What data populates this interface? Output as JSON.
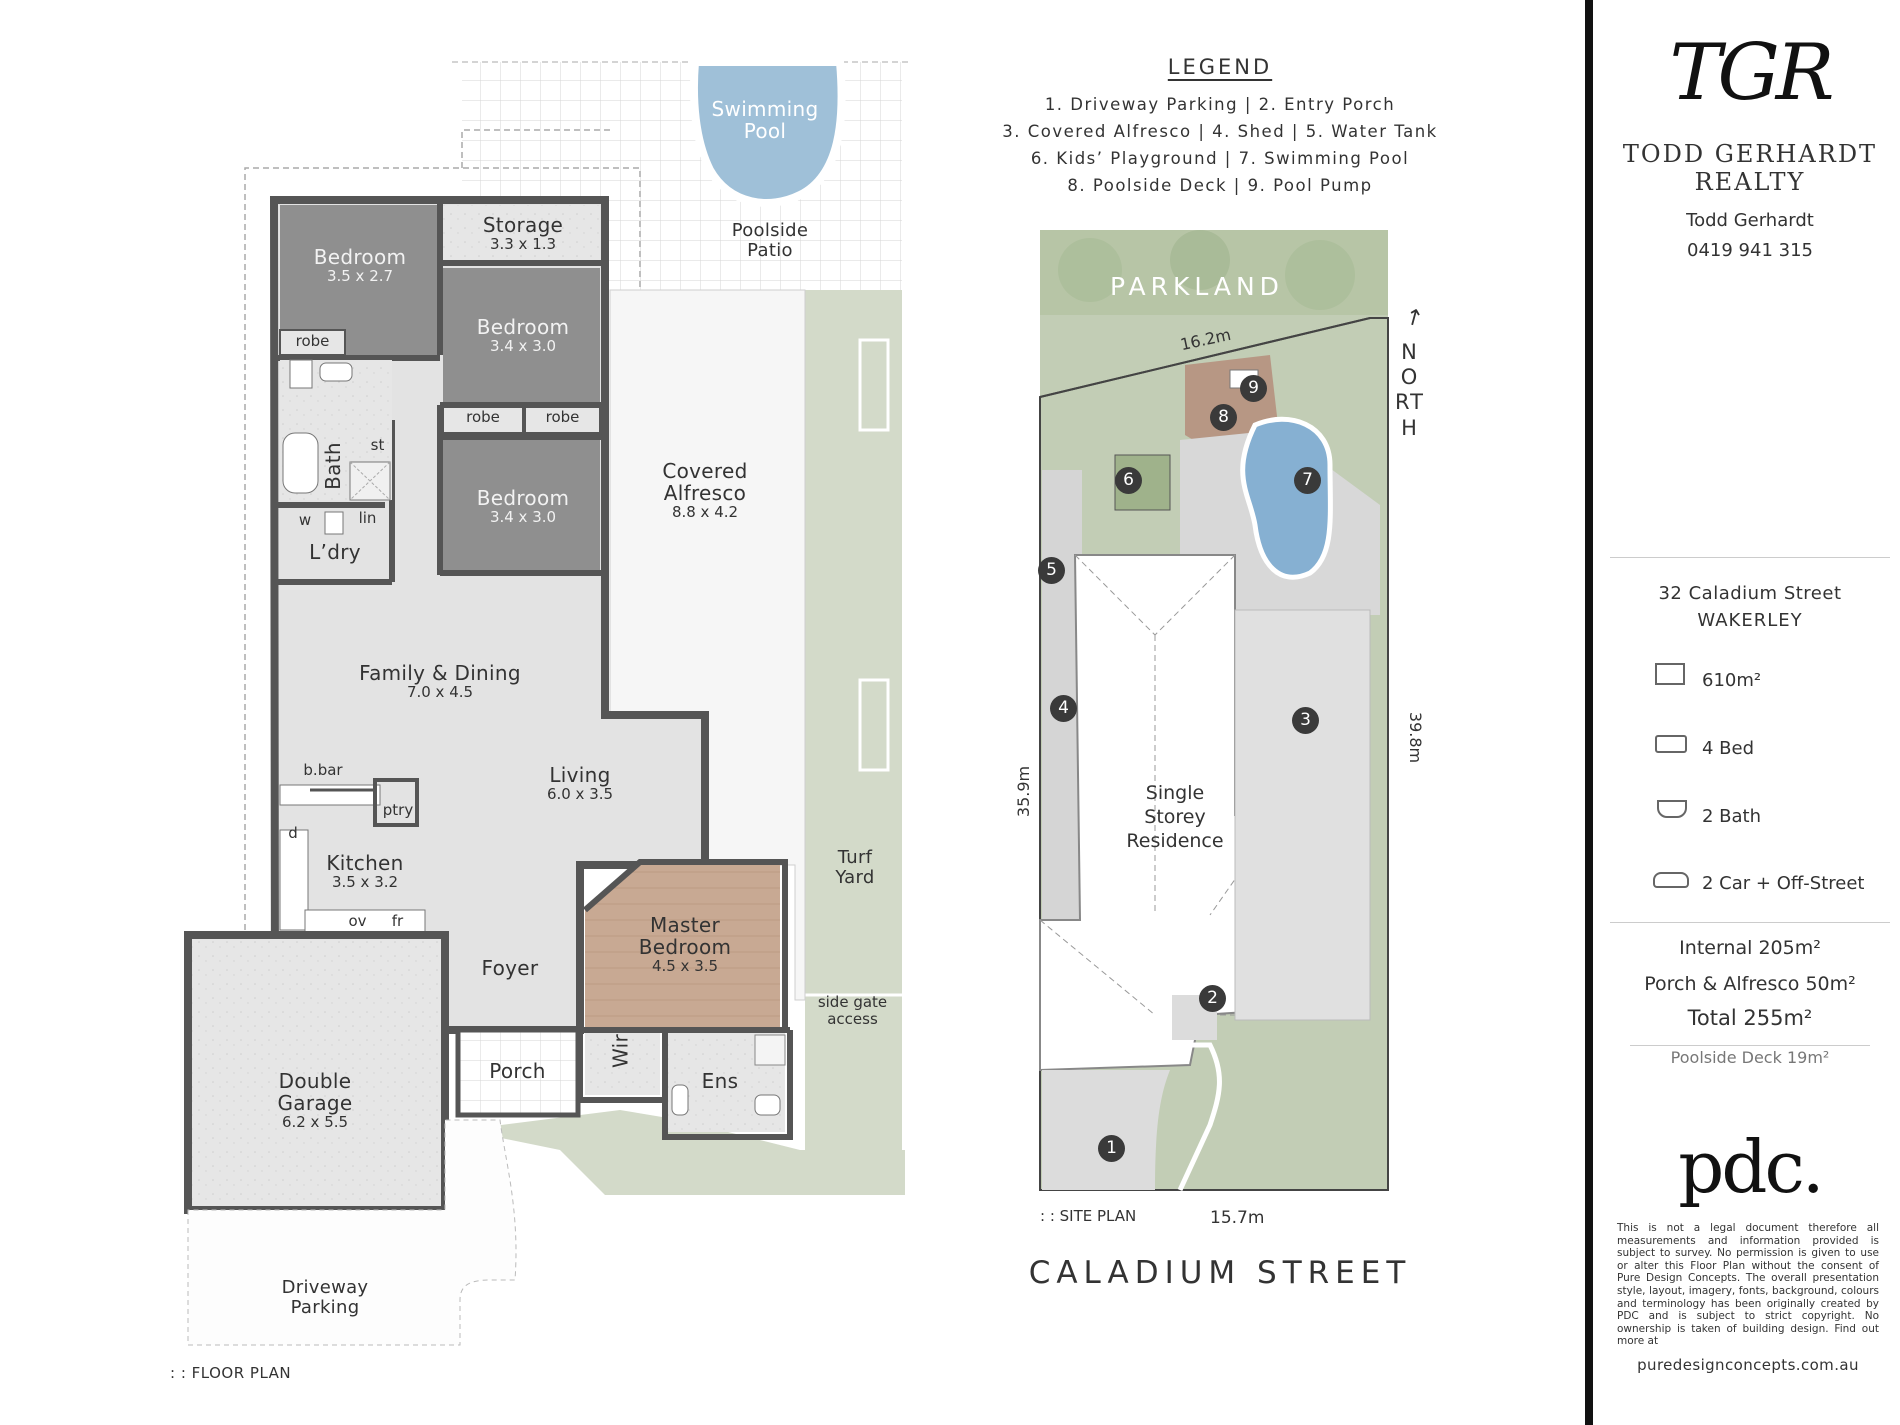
{
  "floor_plan": {
    "caption": ": : FLOOR PLAN",
    "rooms": {
      "bed1": {
        "name": "Bedroom",
        "dims": "3.5 x 2.7"
      },
      "storage": {
        "name": "Storage",
        "dims": "3.3 x 1.3"
      },
      "bed2": {
        "name": "Bedroom",
        "dims": "3.4 x 3.0"
      },
      "bed3": {
        "name": "Bedroom",
        "dims": "3.4 x 3.0"
      },
      "robe1": "robe",
      "robe2": "robe",
      "robe3": "robe",
      "bath": "Bath",
      "st": "st",
      "w": "w",
      "lin": "lin",
      "laundry": "L’dry",
      "family": {
        "name": "Family & Dining",
        "dims": "7.0 x 4.5"
      },
      "living": {
        "name": "Living",
        "dims": "6.0 x 3.5"
      },
      "bbar": "b.bar",
      "ptry": "ptry",
      "d": "d",
      "kitchen": {
        "name": "Kitchen",
        "dims": "3.5 x 3.2"
      },
      "ov": "ov",
      "fr": "fr",
      "foyer": "Foyer",
      "master": {
        "name_line1": "Master",
        "name_line2": "Bedroom",
        "dims": "4.5 x 3.5"
      },
      "wir": "Wir",
      "ens": "Ens",
      "porch": "Porch",
      "garage": {
        "name_line1": "Double",
        "name_line2": "Garage",
        "dims": "6.2 x 5.5"
      },
      "alfresco": {
        "name_line1": "Covered",
        "name_line2": "Alfresco",
        "dims": "8.8 x 4.2"
      },
      "pool": {
        "line1": "Swimming",
        "line2": "Pool"
      },
      "patio": {
        "line1": "Poolside",
        "line2": "Patio"
      },
      "turf": {
        "line1": "Turf",
        "line2": "Yard"
      },
      "gate": {
        "line1": "side gate",
        "line2": "access"
      },
      "driveway": {
        "line1": "Driveway",
        "line2": "Parking"
      }
    }
  },
  "legend": {
    "title": "LEGEND",
    "lines": [
      "1. Driveway Parking  |  2. Entry Porch",
      "3. Covered Alfresco  |  4. Shed  |  5. Water Tank",
      "6. Kids’ Playground  |  7. Swimming Pool",
      "8. Poolside Deck  |  9. Pool Pump"
    ]
  },
  "site_plan": {
    "parkland": "PARKLAND",
    "north": "NORTH",
    "dim_top": "16.2m",
    "dim_right": "39.8m",
    "dim_left": "35.9m",
    "dim_bottom": "15.7m",
    "caption": ": : SITE PLAN",
    "residence": {
      "line1": "Single",
      "line2": "Storey",
      "line3": "Residence"
    },
    "street": "CALADIUM STREET",
    "markers": [
      "1",
      "2",
      "3",
      "4",
      "5",
      "6",
      "7",
      "8",
      "9"
    ]
  },
  "agency": {
    "logo": "TGR",
    "name_line1": "TODD GERHARDT",
    "name_line2": "REALTY",
    "agent": "Todd Gerhardt",
    "phone": "0419 941 315"
  },
  "property": {
    "address_line1": "32 Caladium Street",
    "address_line2": "WAKERLEY",
    "land": "610m²",
    "beds": "4 Bed",
    "baths": "2 Bath",
    "cars": "2 Car + Off-Street",
    "internal": "Internal 205m²",
    "porch_alfresco": "Porch & Alfresco 50m²",
    "total": "Total 255m²",
    "deck": "Poolside Deck 19m²"
  },
  "designer": {
    "logo": "pdc.",
    "disclaimer": "This is not a legal document therefore all measurements and information provided is subject to survey. No permission is given to use or alter this Floor Plan without the consent of Pure Design Concepts. The overall presentation style, layout, imagery, fonts, background, colours and terminology has been originally created by PDC and is subject to strict copyright. No ownership is taken of building design. Find out more at",
    "url": "puredesignconcepts.com.au"
  },
  "colors": {
    "wall": "#555555",
    "bedroom_fill": "#8f8f8f",
    "floor_fill": "#e4e4e4",
    "master_fill": "#c9ab96",
    "grass": "#c9d3bf",
    "pool": "#9fc0d8",
    "sidebar_bar": "#111111"
  }
}
